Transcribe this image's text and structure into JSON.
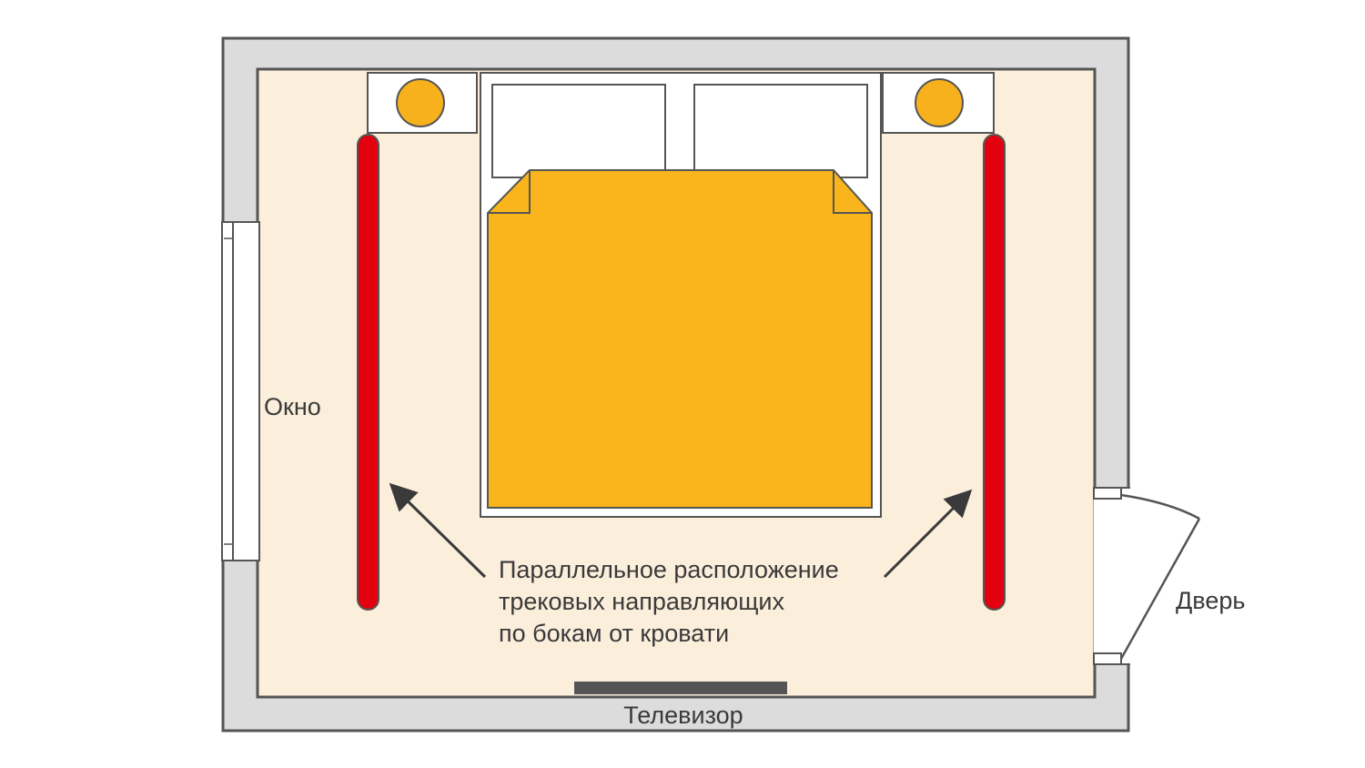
{
  "labels": {
    "window": "Окно",
    "door": "Дверь",
    "tv": "Телевизор",
    "caption": [
      "Параллельное расположение",
      "трековых направляющих",
      "по бокам от кровати"
    ]
  },
  "colors": {
    "wall": "#dcdcdc",
    "outline": "#555555",
    "floor": "#fbefdc",
    "bedspread": "#f9b51b",
    "lamp": "#f7b11d",
    "track": "#e3000f",
    "furniture": "#ffffff",
    "tv": "#555555",
    "text": "#3a3a3a"
  },
  "icons": {
    "lamp": "circle-lamp-icon",
    "arrow": "arrow-icon"
  }
}
